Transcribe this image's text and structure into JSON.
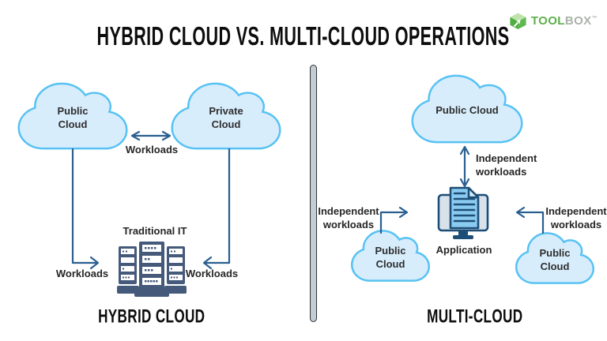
{
  "header": {
    "title": "HYBRID CLOUD VS. MULTI-CLOUD OPERATIONS",
    "logo": {
      "tool": "TOOL",
      "box": "BOX",
      "tm": "™"
    }
  },
  "left_panel": {
    "heading": "HYBRID CLOUD",
    "clouds": [
      {
        "label": "Public\nCloud"
      },
      {
        "label": "Private\nCloud"
      }
    ],
    "workloads_between": "Workloads",
    "workloads_left": "Workloads",
    "workloads_right": "Workloads",
    "server_label": "Traditional IT"
  },
  "right_panel": {
    "heading": "MULTI-CLOUD",
    "top_cloud_label": "Public Cloud",
    "independent_top": "Independent\nworkloads",
    "independent_left": "Independent\nworkloads",
    "independent_right": "Independent\nworkloads",
    "application_label": "Application",
    "bottom_left_cloud_label": "Public\nCloud",
    "bottom_right_cloud_label": "Public\nCloud"
  },
  "colors": {
    "cloud_fill": "#d8edfc",
    "cloud_border": "#57c2f3",
    "arrow": "#2a5f90",
    "server_icon": "#45597b",
    "monitor_outline": "#1d4e78",
    "document_fill": "#8bcbf1",
    "logo_green": "#5cb049",
    "logo_gray": "#a9b3a7",
    "divider_fill": "#c3ccd3"
  }
}
